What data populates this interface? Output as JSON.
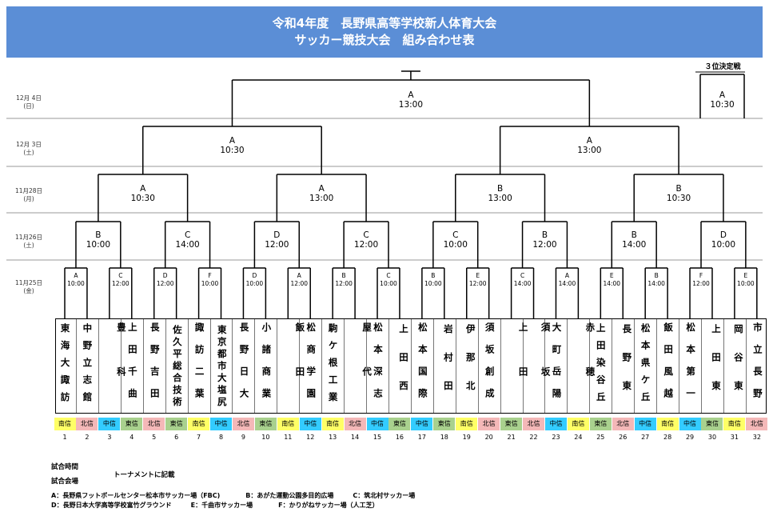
{
  "header": {
    "title_line1": "令和4年度　長野県高等学校新人体育大会",
    "title_line2": "サッカー競技大会　組み合わせ表"
  },
  "third_place_label": "３位決定戦",
  "dates": [
    {
      "text": "12月 4日",
      "day": "(日)"
    },
    {
      "text": "12月 3日",
      "day": "(土)"
    },
    {
      "text": "11月28日",
      "day": "(月)"
    },
    {
      "text": "11月26日",
      "day": "(土)"
    },
    {
      "text": "11月25日",
      "day": "(金)"
    }
  ],
  "matches": {
    "final": {
      "venue": "A",
      "time": "13:00"
    },
    "third": {
      "venue": "A",
      "time": "10:30"
    },
    "sf": [
      {
        "venue": "A",
        "time": "10:30"
      },
      {
        "venue": "A",
        "time": "13:00"
      }
    ],
    "qf": [
      {
        "venue": "A",
        "time": "10:30"
      },
      {
        "venue": "A",
        "time": "13:00"
      },
      {
        "venue": "B",
        "time": "13:00"
      },
      {
        "venue": "B",
        "time": "10:30"
      }
    ],
    "r2": [
      {
        "venue": "B",
        "time": "10:00"
      },
      {
        "venue": "C",
        "time": "14:00"
      },
      {
        "venue": "D",
        "time": "12:00"
      },
      {
        "venue": "C",
        "time": "12:00"
      },
      {
        "venue": "C",
        "time": "10:00"
      },
      {
        "venue": "B",
        "time": "12:00"
      },
      {
        "venue": "B",
        "time": "14:00"
      },
      {
        "venue": "D",
        "time": "10:00"
      }
    ],
    "r1": [
      {
        "venue": "A",
        "time": "10:00"
      },
      {
        "venue": "C",
        "time": "12:00"
      },
      {
        "venue": "D",
        "time": "12:00"
      },
      {
        "venue": "F",
        "time": "10:00"
      },
      {
        "venue": "D",
        "time": "10:00"
      },
      {
        "venue": "A",
        "time": "12:00"
      },
      {
        "venue": "B",
        "time": "12:00"
      },
      {
        "venue": "C",
        "time": "10:00"
      },
      {
        "venue": "B",
        "time": "10:00"
      },
      {
        "venue": "E",
        "time": "12:00"
      },
      {
        "venue": "C",
        "time": "14:00"
      },
      {
        "venue": "A",
        "time": "14:00"
      },
      {
        "venue": "E",
        "time": "14:00"
      },
      {
        "venue": "B",
        "time": "14:00"
      },
      {
        "venue": "F",
        "time": "12:00"
      },
      {
        "venue": "E",
        "time": "10:00"
      }
    ]
  },
  "teams": [
    {
      "name": "東海大諏訪",
      "region": "南信",
      "num": "1"
    },
    {
      "name": "中野立志館",
      "region": "北信",
      "num": "2"
    },
    {
      "name": "豊科",
      "region": "中信",
      "num": "3"
    },
    {
      "name": "上田千曲",
      "region": "東信",
      "num": "4"
    },
    {
      "name": "長野吉田",
      "region": "北信",
      "num": "5"
    },
    {
      "name": "佐久平総合技術",
      "region": "東信",
      "num": "6"
    },
    {
      "name": "諏訪二葉",
      "region": "南信",
      "num": "7"
    },
    {
      "name": "東京都市大塩尻",
      "region": "中信",
      "num": "8"
    },
    {
      "name": "長野日大",
      "region": "北信",
      "num": "9"
    },
    {
      "name": "小諸商業",
      "region": "東信",
      "num": "10"
    },
    {
      "name": "飯田",
      "region": "南信",
      "num": "11"
    },
    {
      "name": "松商学園",
      "region": "中信",
      "num": "12"
    },
    {
      "name": "駒ケ根工業",
      "region": "南信",
      "num": "13"
    },
    {
      "name": "屋代",
      "region": "北信",
      "num": "14"
    },
    {
      "name": "松本深志",
      "region": "中信",
      "num": "15"
    },
    {
      "name": "上田西",
      "region": "東信",
      "num": "16"
    },
    {
      "name": "松本国際",
      "region": "中信",
      "num": "17"
    },
    {
      "name": "岩村田",
      "region": "東信",
      "num": "18"
    },
    {
      "name": "伊那北",
      "region": "南信",
      "num": "19"
    },
    {
      "name": "須坂創成",
      "region": "北信",
      "num": "20"
    },
    {
      "name": "上田",
      "region": "東信",
      "num": "21"
    },
    {
      "name": "須坂",
      "region": "北信",
      "num": "22"
    },
    {
      "name": "大町岳陽",
      "region": "中信",
      "num": "23"
    },
    {
      "name": "赤穂",
      "region": "南信",
      "num": "24"
    },
    {
      "name": "上田染谷丘",
      "region": "東信",
      "num": "25"
    },
    {
      "name": "長野東",
      "region": "北信",
      "num": "26"
    },
    {
      "name": "松本県ケ丘",
      "region": "中信",
      "num": "27"
    },
    {
      "name": "飯田風越",
      "region": "南信",
      "num": "28"
    },
    {
      "name": "松本第一",
      "region": "中信",
      "num": "29"
    },
    {
      "name": "上田東",
      "region": "東信",
      "num": "30"
    },
    {
      "name": "岡谷東",
      "region": "南信",
      "num": "31"
    },
    {
      "name": "市立長野",
      "region": "北信",
      "num": "32"
    }
  ],
  "region_colors": {
    "南信": "#ffff66",
    "北信": "#f4b8b8",
    "中信": "#33ccff",
    "東信": "#a9d18e"
  },
  "footer": {
    "time_label": "試合時間",
    "venue_label": "試合会場",
    "note": "トーナメントに記載",
    "venues_line1": "A：長野県フットボールセンター松本市サッカー場（FBC)　　　　B：あがた運動公園多目的広場　　　C：筑北村サッカー場",
    "venues_line2": "D：長野日本大学高等学校富竹グラウンド　　　E：千曲市サッカー場　　　　F：かりがねサッカー場（人工芝）"
  }
}
